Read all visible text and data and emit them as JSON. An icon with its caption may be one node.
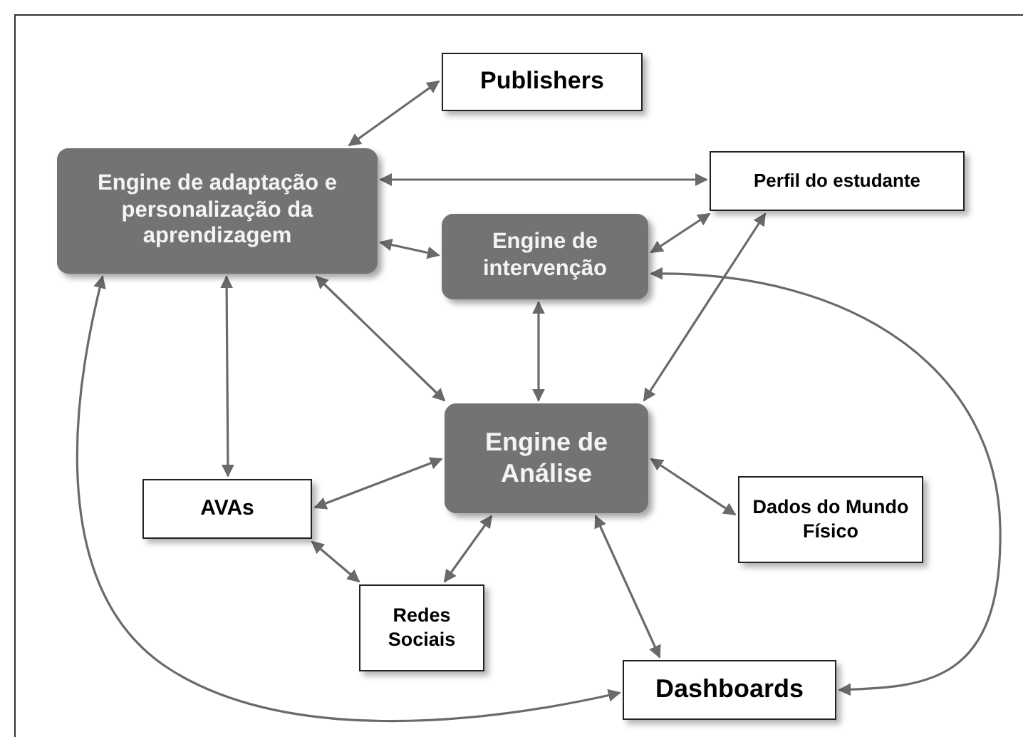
{
  "diagram": {
    "nodes": [
      {
        "text": [
          "Publishers"
        ]
      },
      {
        "text": [
          "Engine de adaptação e personalização da aprendizagem"
        ]
      },
      {
        "text": [
          "Perfil do estudante"
        ]
      },
      {
        "text": [
          "Engine de intervenção"
        ]
      },
      {
        "text": [
          "Engine de Análise"
        ]
      },
      {
        "text": [
          "AVAs"
        ]
      },
      {
        "text": [
          "Dados do Mundo Físico"
        ]
      },
      {
        "text": [
          "Redes Sociais"
        ]
      },
      {
        "text": [
          "Dashboards"
        ]
      }
    ],
    "edges": [
      {
        "from": 1,
        "to": 0,
        "arrow": "both"
      },
      {
        "from": 1,
        "to": 2,
        "arrow": "both"
      },
      {
        "from": 1,
        "to": 3,
        "arrow": "both"
      },
      {
        "from": 3,
        "to": 2,
        "arrow": "both"
      },
      {
        "from": 1,
        "to": 4,
        "arrow": "both"
      },
      {
        "from": 1,
        "to": 5,
        "arrow": "both"
      },
      {
        "from": 3,
        "to": 4,
        "arrow": "both"
      },
      {
        "from": 2,
        "to": 4,
        "arrow": "both"
      },
      {
        "from": 4,
        "to": 5,
        "arrow": "both"
      },
      {
        "from": 4,
        "to": 6,
        "arrow": "both"
      },
      {
        "from": 4,
        "to": 7,
        "arrow": "both"
      },
      {
        "from": 5,
        "to": 7,
        "arrow": "both"
      },
      {
        "from": 4,
        "to": 8,
        "arrow": "both"
      },
      {
        "from": 1,
        "to": 8,
        "arrow": "both"
      },
      {
        "from": 3,
        "to": 8,
        "arrow": "both"
      }
    ]
  }
}
